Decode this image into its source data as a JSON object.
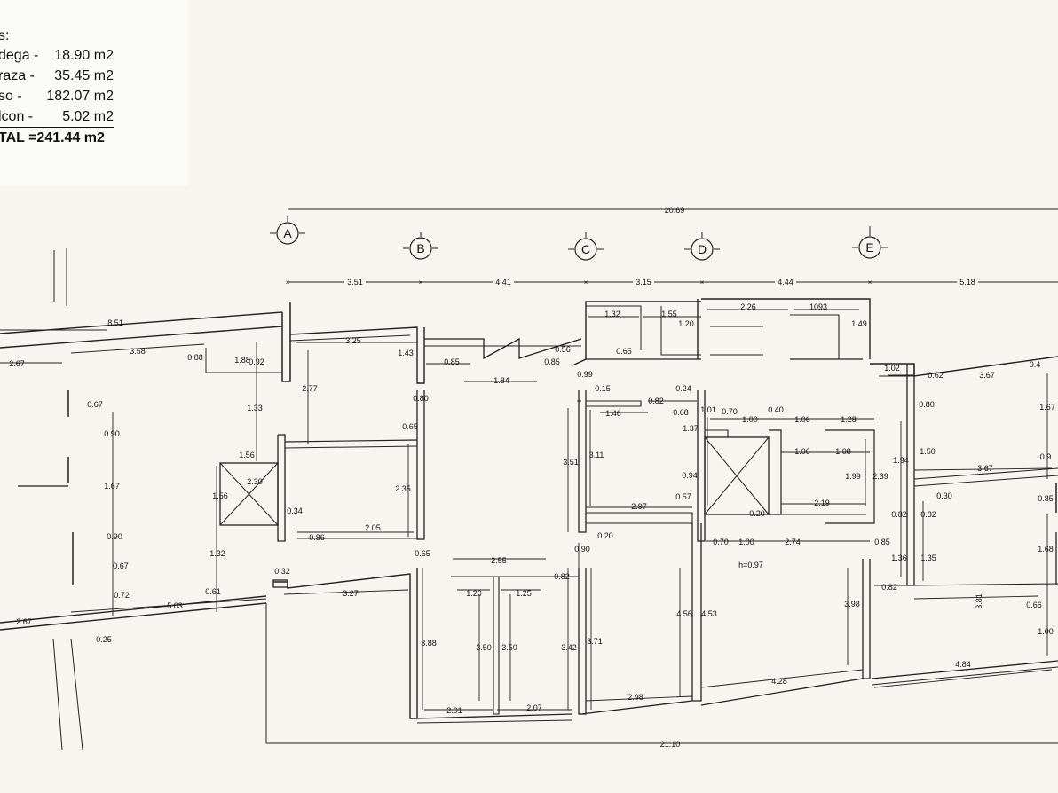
{
  "areas": {
    "heading": "s:",
    "rows": [
      {
        "label": "dega -",
        "value": "18.90 m2"
      },
      {
        "label": "raza -",
        "value": "35.45 m2"
      },
      {
        "label": "so -",
        "value": "182.07 m2"
      },
      {
        "label": "lcon -",
        "value": "5.02 m2"
      }
    ],
    "total": "TAL =241.44 m2"
  },
  "axes": [
    "A",
    "B",
    "C",
    "D",
    "E"
  ],
  "overall": {
    "top": "20.69",
    "bottom": "21.10"
  },
  "bays": [
    "3.51",
    "4.41",
    "3.15",
    "4.44",
    "5.18"
  ],
  "dims": [
    "8.51",
    "2.67",
    "3.58",
    "0.88",
    "1.88",
    "0.92",
    "3.25",
    "1.43",
    "0.85",
    "0.85",
    "0.56",
    "1.84",
    "1.32",
    "1.55",
    "1.20",
    "0.65",
    "2.26",
    "1093",
    "1.49",
    "1.02",
    "0.4",
    "0.62",
    "3.67",
    "0.67",
    "0.90",
    "1.67",
    "0.90",
    "0.67",
    "0.72",
    "1.33",
    "2.77",
    "0.80",
    "0.65",
    "1.56",
    "2.30",
    "1.56",
    "0.34",
    "2.35",
    "2.05",
    "0.86",
    "1.32",
    "0.61",
    "0.32",
    "3.27",
    "5.03",
    "2.67",
    "0.25",
    "0.99",
    "0.15",
    "0.82",
    "0.24",
    "1.46",
    "0.68",
    "1.01",
    "0.70",
    "1.00",
    "0.40",
    "1.06",
    "1.28",
    "1.37",
    "3.51",
    "3.11",
    "1.06",
    "1.08",
    "0.94",
    "1.99",
    "2.39",
    "1.94",
    "0.80",
    "1.50",
    "1.67",
    "3.67",
    "0.9",
    "0.30",
    "0.85",
    "2.97",
    "0.57",
    "2.19",
    "0.20",
    "0.82",
    "0.82",
    "0.20",
    "0.90",
    "0.70",
    "1.00",
    "2.74",
    "0.85",
    "1.36",
    "1.35",
    "1.68",
    "0.65",
    "2.55",
    "0.82",
    "1.20",
    "1.25",
    "h=0.97",
    "0.82",
    "3.81",
    "0.66",
    "3.88",
    "3.50",
    "3.50",
    "3.42",
    "3.71",
    "4.56",
    "4.53",
    "3.98",
    "1.00",
    "4.84",
    "4.28",
    "2.01",
    "2.07",
    "2.98"
  ]
}
